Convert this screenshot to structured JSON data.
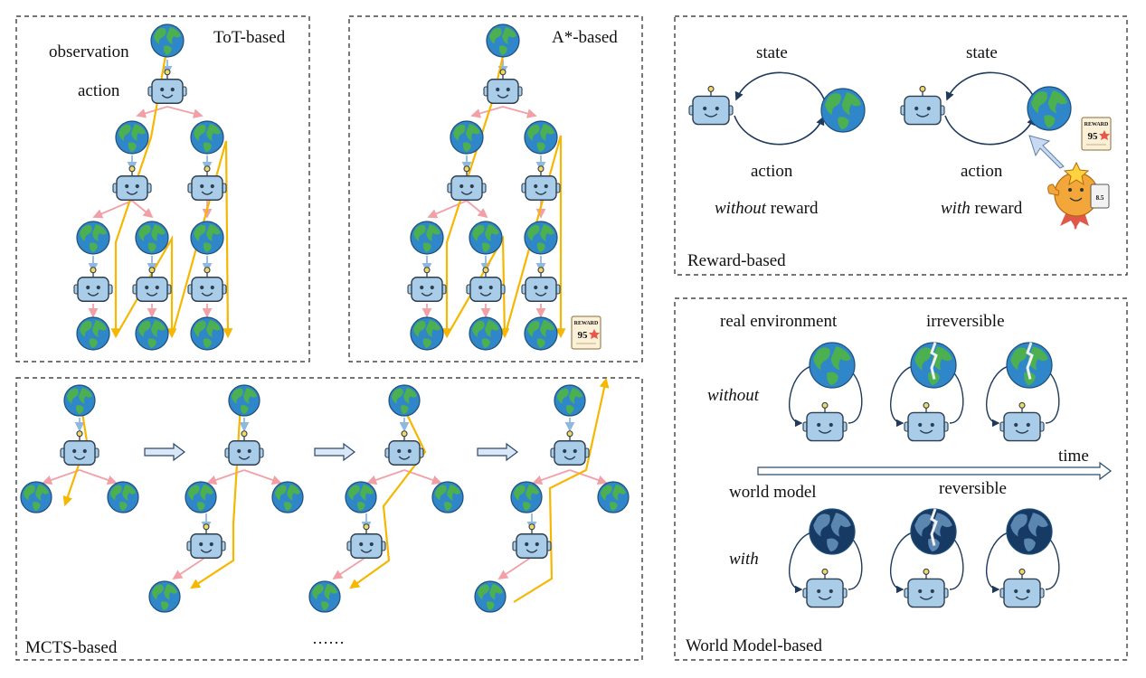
{
  "panels": {
    "tot": {
      "title": "ToT-based",
      "observation_label": "observation",
      "action_label": "action"
    },
    "astar": {
      "title": "A*-based"
    },
    "reward": {
      "title": "Reward-based",
      "state_label": "state",
      "action_label": "action",
      "without_word": "without",
      "with_word": "with",
      "reward_word": "reward"
    },
    "mcts": {
      "title": "MCTS-based",
      "ellipsis": "……"
    },
    "world_model": {
      "title": "World Model-based",
      "real_env_label": "real environment",
      "irreversible_label": "irreversible",
      "without_label": "without",
      "time_label": "time",
      "world_model_label": "world model",
      "reversible_label": "reversible",
      "with_label": "with"
    }
  },
  "reward_card": {
    "header": "REWARD",
    "score": "95"
  },
  "reward_clipboard": {
    "score": "8.5"
  },
  "colors": {
    "earth_ocean": "#2f86c9",
    "earth_land": "#4caf50",
    "robot_body": "#a9cde8",
    "robot_outline": "#2c3e50",
    "observe_arrow": "#8fb8e0",
    "action_arrow": "#f2a0a8",
    "search_path": "#f5b700",
    "dark_earth": "#163a63"
  }
}
